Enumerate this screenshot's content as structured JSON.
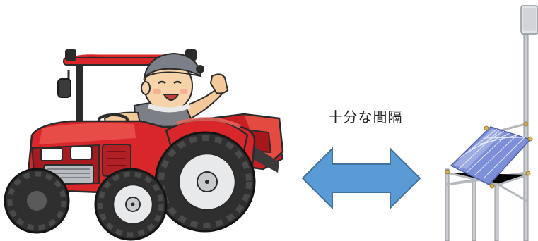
{
  "diagram": {
    "label": "十分な間隔",
    "left_figure": "farmer-on-tractor",
    "right_figure": "solar-panel-sensor-pole",
    "arrow": "double-headed-arrow",
    "colors": {
      "tractor_red": "#d8262a",
      "tractor_dark": "#2b2b2b",
      "arrow_fill": "#5b9bd5",
      "arrow_stroke": "#41719c",
      "panel_blue": "#7d8fd8",
      "pole_gray": "#c9ccd1"
    }
  }
}
